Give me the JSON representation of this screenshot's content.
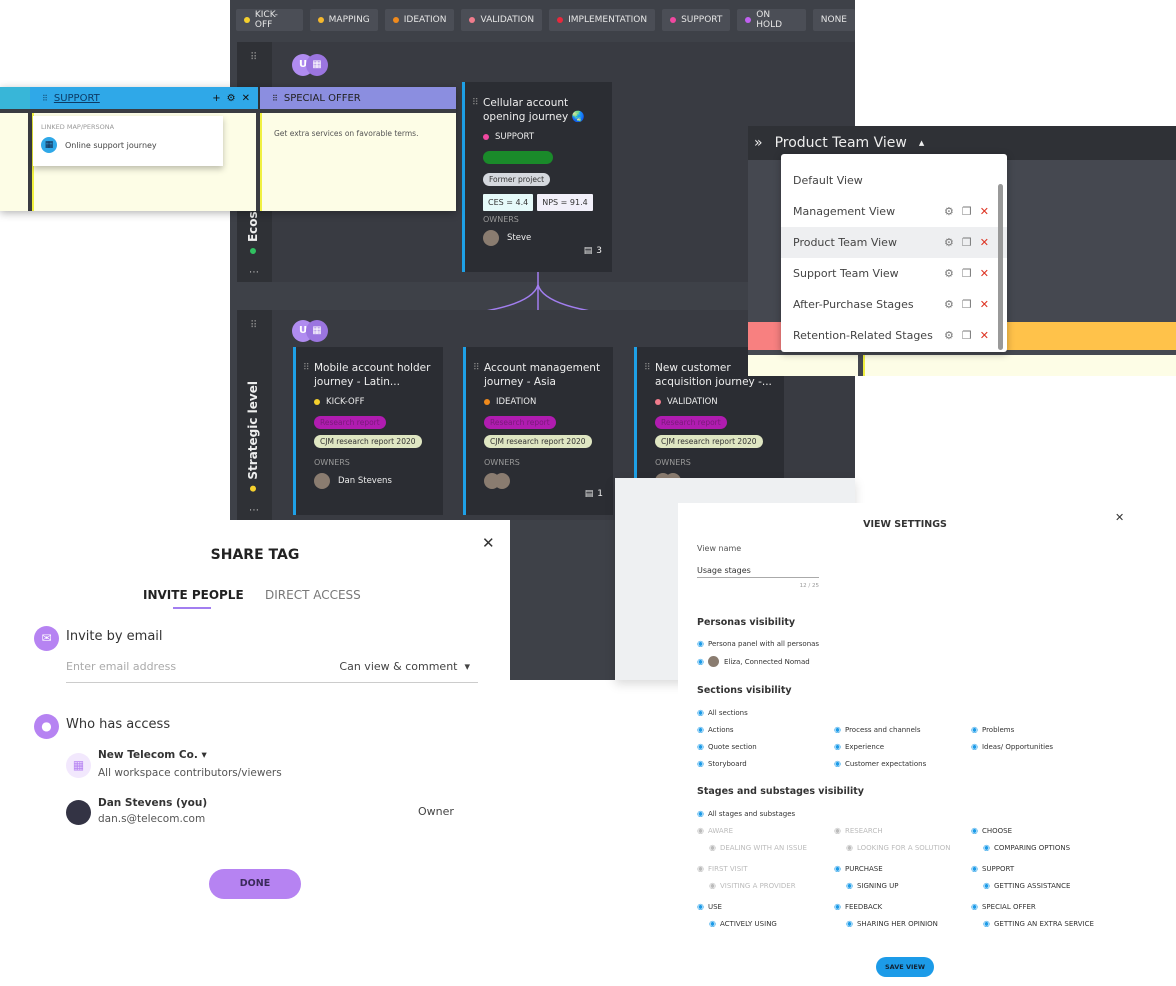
{
  "stage_filters": [
    {
      "label": "KICK-OFF",
      "color": "#f5d02d"
    },
    {
      "label": "MAPPING",
      "color": "#f5b82d"
    },
    {
      "label": "IDEATION",
      "color": "#f08a1c"
    },
    {
      "label": "VALIDATION",
      "color": "#f07c8c"
    },
    {
      "label": "IMPLEMENTATION",
      "color": "#e8283c"
    },
    {
      "label": "SUPPORT",
      "color": "#f048a0"
    },
    {
      "label": "ON HOLD",
      "color": "#c060f0"
    },
    {
      "label": "NONE",
      "color": ""
    }
  ],
  "lanes": {
    "ecosystem": {
      "label": "Ecosystem",
      "color": "#30c060"
    },
    "strategic": {
      "label": "Strategic level",
      "color": "#f5d02d"
    }
  },
  "top_card": {
    "title": "Cellular account opening journey 🌏",
    "status": "SUPPORT",
    "status_color": "#f048a0",
    "tag2": "Former project",
    "ces": "CES = 4.4",
    "nps": "NPS = 91.4",
    "owners_label": "OWNERS",
    "owner": "Steve",
    "notes": "3"
  },
  "cards": [
    {
      "title": "Mobile account holder journey - Latin...",
      "status": "KICK-OFF",
      "status_color": "#f5d02d",
      "tag1": "Research report",
      "tag2": "CJM research report 2020",
      "owners_label": "OWNERS",
      "owner": "Dan Stevens",
      "notes": ""
    },
    {
      "title": "Account management journey - Asia",
      "status": "IDEATION",
      "status_color": "#f08a1c",
      "tag1": "Research report",
      "tag2": "CJM research report 2020",
      "owners_label": "OWNERS",
      "owner": "",
      "notes": "1"
    },
    {
      "title": "New customer acquisition journey -...",
      "status": "VALIDATION",
      "status_color": "#f07c8c",
      "tag1": "Research report",
      "tag2": "CJM research report 2020",
      "owners_label": "OWNERS",
      "owner": "",
      "notes": ""
    }
  ],
  "support_column": {
    "title": "SUPPORT",
    "linked_label": "LINKED MAP/PERSONA",
    "linked_item": "Online support journey"
  },
  "special_offer": {
    "title": "SPECIAL OFFER",
    "text": "Get extra services on favorable terms."
  },
  "view_menu": {
    "current": "Product Team View",
    "items": [
      "Default View",
      "Management View",
      "Product Team View",
      "Support Team View",
      "After-Purchase Stages",
      "Retention-Related Stages"
    ],
    "selected_index": 2
  },
  "share": {
    "title": "SHARE TAG",
    "tabs": [
      "INVITE PEOPLE",
      "DIRECT ACCESS"
    ],
    "invite_heading": "Invite by email",
    "email_placeholder": "Enter email address",
    "permission": "Can view & comment",
    "access_heading": "Who has access",
    "workspace": "New Telecom Co.",
    "workspace_sub": "All workspace contributors/viewers",
    "user": "Dan Stevens (you)",
    "email": "dan.s@telecom.com",
    "role": "Owner",
    "done": "DONE"
  },
  "view_settings": {
    "title": "VIEW SETTINGS",
    "name_label": "View name",
    "name_value": "Usage stages",
    "counter": "12 / 25",
    "personas_heading": "Personas visibility",
    "personas": [
      "Persona panel with all personas",
      "Eliza, Connected Nomad"
    ],
    "sections_heading": "Sections visibility",
    "sections_all": "All sections",
    "sections": [
      "Actions",
      "Process and channels",
      "Problems",
      "Quote section",
      "Experience",
      "Ideas/ Opportunities",
      "Storyboard",
      "Customer expectations"
    ],
    "stages_heading": "Stages and substages visibility",
    "stages_all": "All stages and substages",
    "stages": [
      {
        "stage": "AWARE",
        "sub": "DEALING WITH AN ISSUE",
        "visible": false
      },
      {
        "stage": "RESEARCH",
        "sub": "LOOKING FOR A SOLUTION",
        "visible": false
      },
      {
        "stage": "CHOOSE",
        "sub": "COMPARING OPTIONS",
        "visible": true
      },
      {
        "stage": "FIRST VISIT",
        "sub": "VISITING A PROVIDER",
        "visible": false
      },
      {
        "stage": "PURCHASE",
        "sub": "SIGNING UP",
        "visible": true
      },
      {
        "stage": "SUPPORT",
        "sub": "GETTING ASSISTANCE",
        "visible": true
      },
      {
        "stage": "USE",
        "sub": "ACTIVELY USING",
        "visible": true
      },
      {
        "stage": "FEEDBACK",
        "sub": "SHARING HER OPINION",
        "visible": true
      },
      {
        "stage": "SPECIAL OFFER",
        "sub": "GETTING AN EXTRA SERVICE",
        "visible": true
      }
    ],
    "save": "SAVE VIEW"
  }
}
